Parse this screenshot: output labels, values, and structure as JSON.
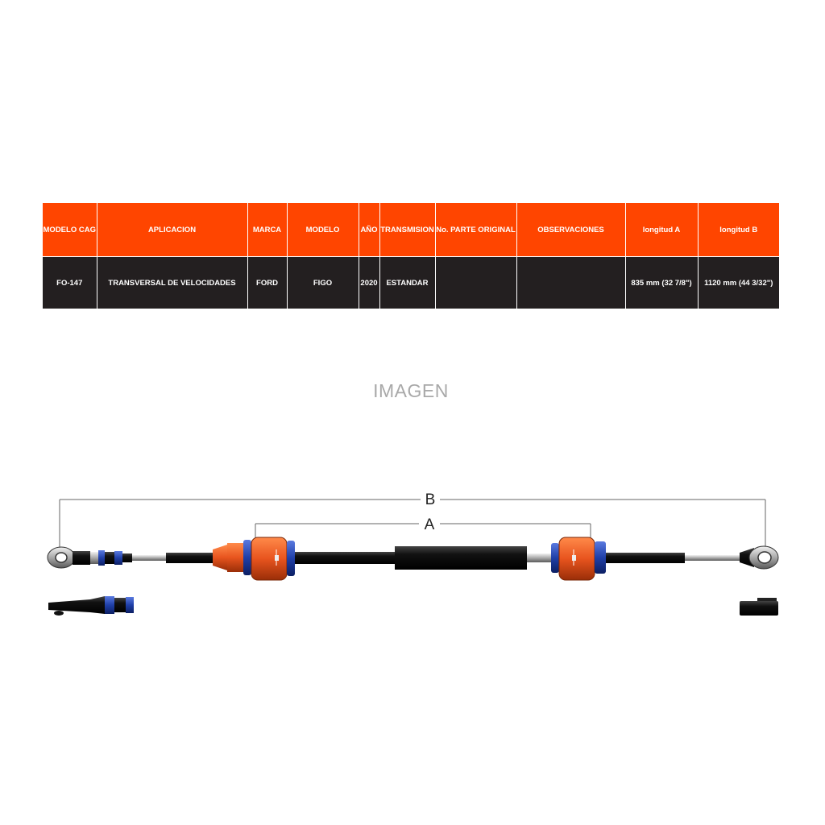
{
  "table": {
    "headers": [
      "MODELO CAG",
      "APLICACION",
      "MARCA",
      "MODELO",
      "AÑO",
      "TRANSMISION",
      "No. PARTE ORIGINAL",
      "OBSERVACIONES",
      "longitud A",
      "longitud B"
    ],
    "row": [
      "FO-147",
      "TRANSVERSAL DE VELOCIDADES",
      "FORD",
      "FIGO",
      "2020",
      "ESTANDAR",
      "",
      "",
      "835 mm (32 7/8\")",
      "1120 mm (44 3/32\")"
    ]
  },
  "caption": "IMAGEN",
  "dimensions": {
    "outer_label": "B",
    "inner_label": "A"
  },
  "colors": {
    "header_bg": "#ff4500",
    "row_bg": "#231f20",
    "caption": "#a9a9a9",
    "sleeve_orange": "#e8541e",
    "ring_blue": "#1f3fa8"
  }
}
